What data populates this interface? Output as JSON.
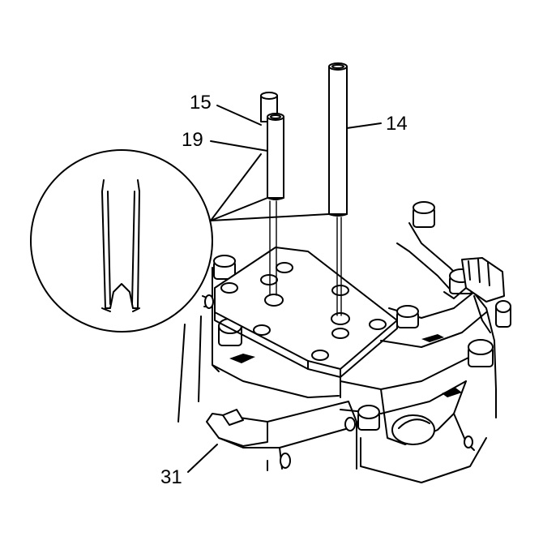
{
  "callouts": {
    "pin_15": "15",
    "pin_19": "19",
    "pin_14": "14",
    "part_31": "31"
  }
}
